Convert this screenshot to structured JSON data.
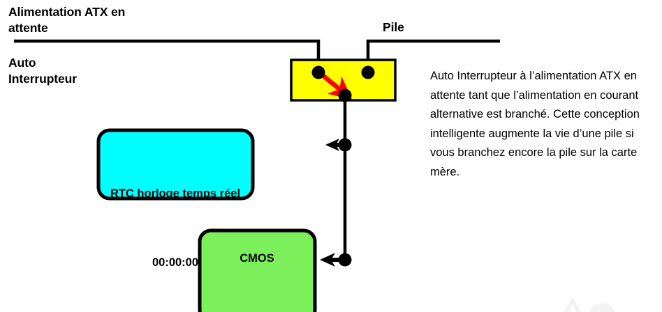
{
  "diagram": {
    "title_labels": {
      "atx_standby": "Alimentation ATX en\nattente",
      "auto_switch": "Auto\nInterrupteur",
      "battery": "Pile"
    },
    "blocks": {
      "switch": {
        "name": "auto-switch",
        "fill": "#FFFF00",
        "stroke": "#000000",
        "terminals": 3,
        "arrow_color": "#FF0000"
      },
      "rtc": {
        "line1": "RTC horloge temps réel",
        "line2": "00:00:00",
        "fill": "#00FFFF",
        "stroke": "#000000"
      },
      "cmos": {
        "line1": "CMOS",
        "fill": "#7CF05A",
        "stroke": "#000000"
      }
    },
    "wire_color": "#000000",
    "description": "Auto Interrupteur à l’alimentation ATX en attente tant que l’alimentation en courant alternative est branché. Cette conception intelligente augmente la vie d’une pile si vous branchez encore la pile sur la carte mère."
  }
}
